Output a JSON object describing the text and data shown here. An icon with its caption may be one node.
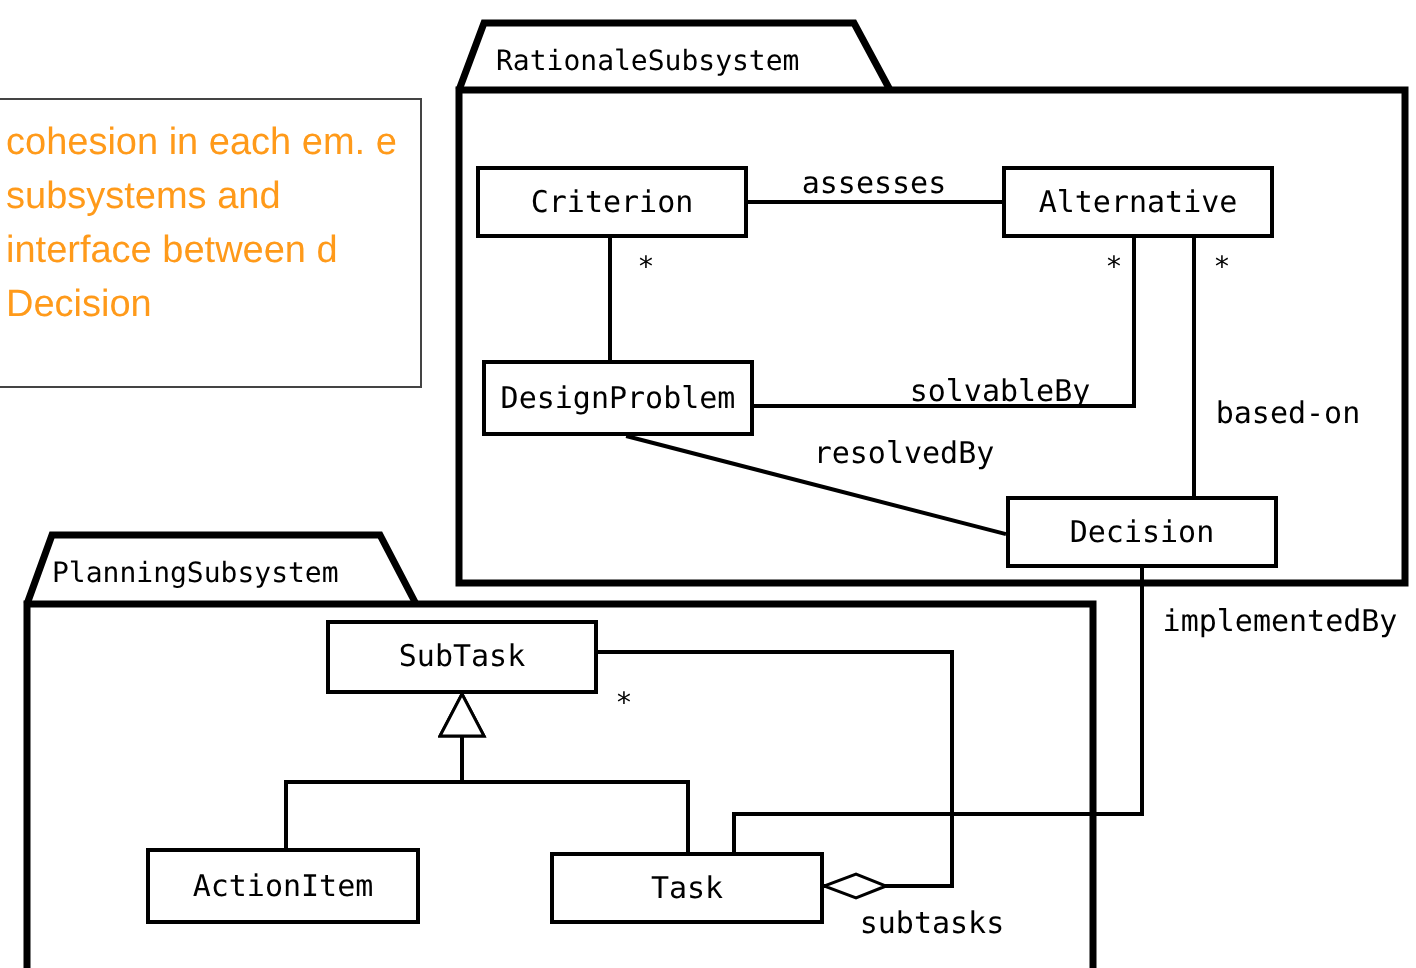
{
  "diagram": {
    "nodes": [
      {
        "text": [
          "cohesion in each em. e subsystems and interface between d Decision"
        ]
      },
      {
        "text": [
          "RationaleSubsystem"
        ]
      },
      {
        "text": [
          "Criterion"
        ],
        "in": 1
      },
      {
        "text": [
          "Alternative"
        ],
        "in": 1
      },
      {
        "text": [
          "DesignProblem"
        ],
        "in": 1
      },
      {
        "text": [
          "Decision"
        ],
        "in": 1
      },
      {
        "text": [
          "PlanningSubsystem"
        ]
      },
      {
        "text": [
          "SubTask"
        ],
        "in": 6
      },
      {
        "text": [
          "ActionItem"
        ],
        "in": 6
      },
      {
        "text": [
          "Task"
        ],
        "in": 6
      }
    ],
    "edges": [
      {
        "from": 2,
        "to": 3,
        "arrow": "none",
        "label": "assesses"
      },
      {
        "from": 2,
        "to": 4,
        "arrow": "none"
      },
      {
        "from": 3,
        "to": 4,
        "arrow": "none",
        "label": "solvableBy"
      },
      {
        "from": 3,
        "to": 5,
        "arrow": "none",
        "label": "based-on"
      },
      {
        "from": 4,
        "to": 5,
        "arrow": "none",
        "label": "resolvedBy"
      },
      {
        "from": 5,
        "to": 9,
        "arrow": "none",
        "label": "implementedBy"
      },
      {
        "from": 8,
        "to": 7,
        "arrow": "to"
      },
      {
        "from": 9,
        "to": 7,
        "arrow": "to"
      },
      {
        "from": 7,
        "to": 9,
        "arrow": "other",
        "label": "subtasks"
      }
    ],
    "labels": [
      "*",
      "*",
      "*",
      "*"
    ]
  }
}
